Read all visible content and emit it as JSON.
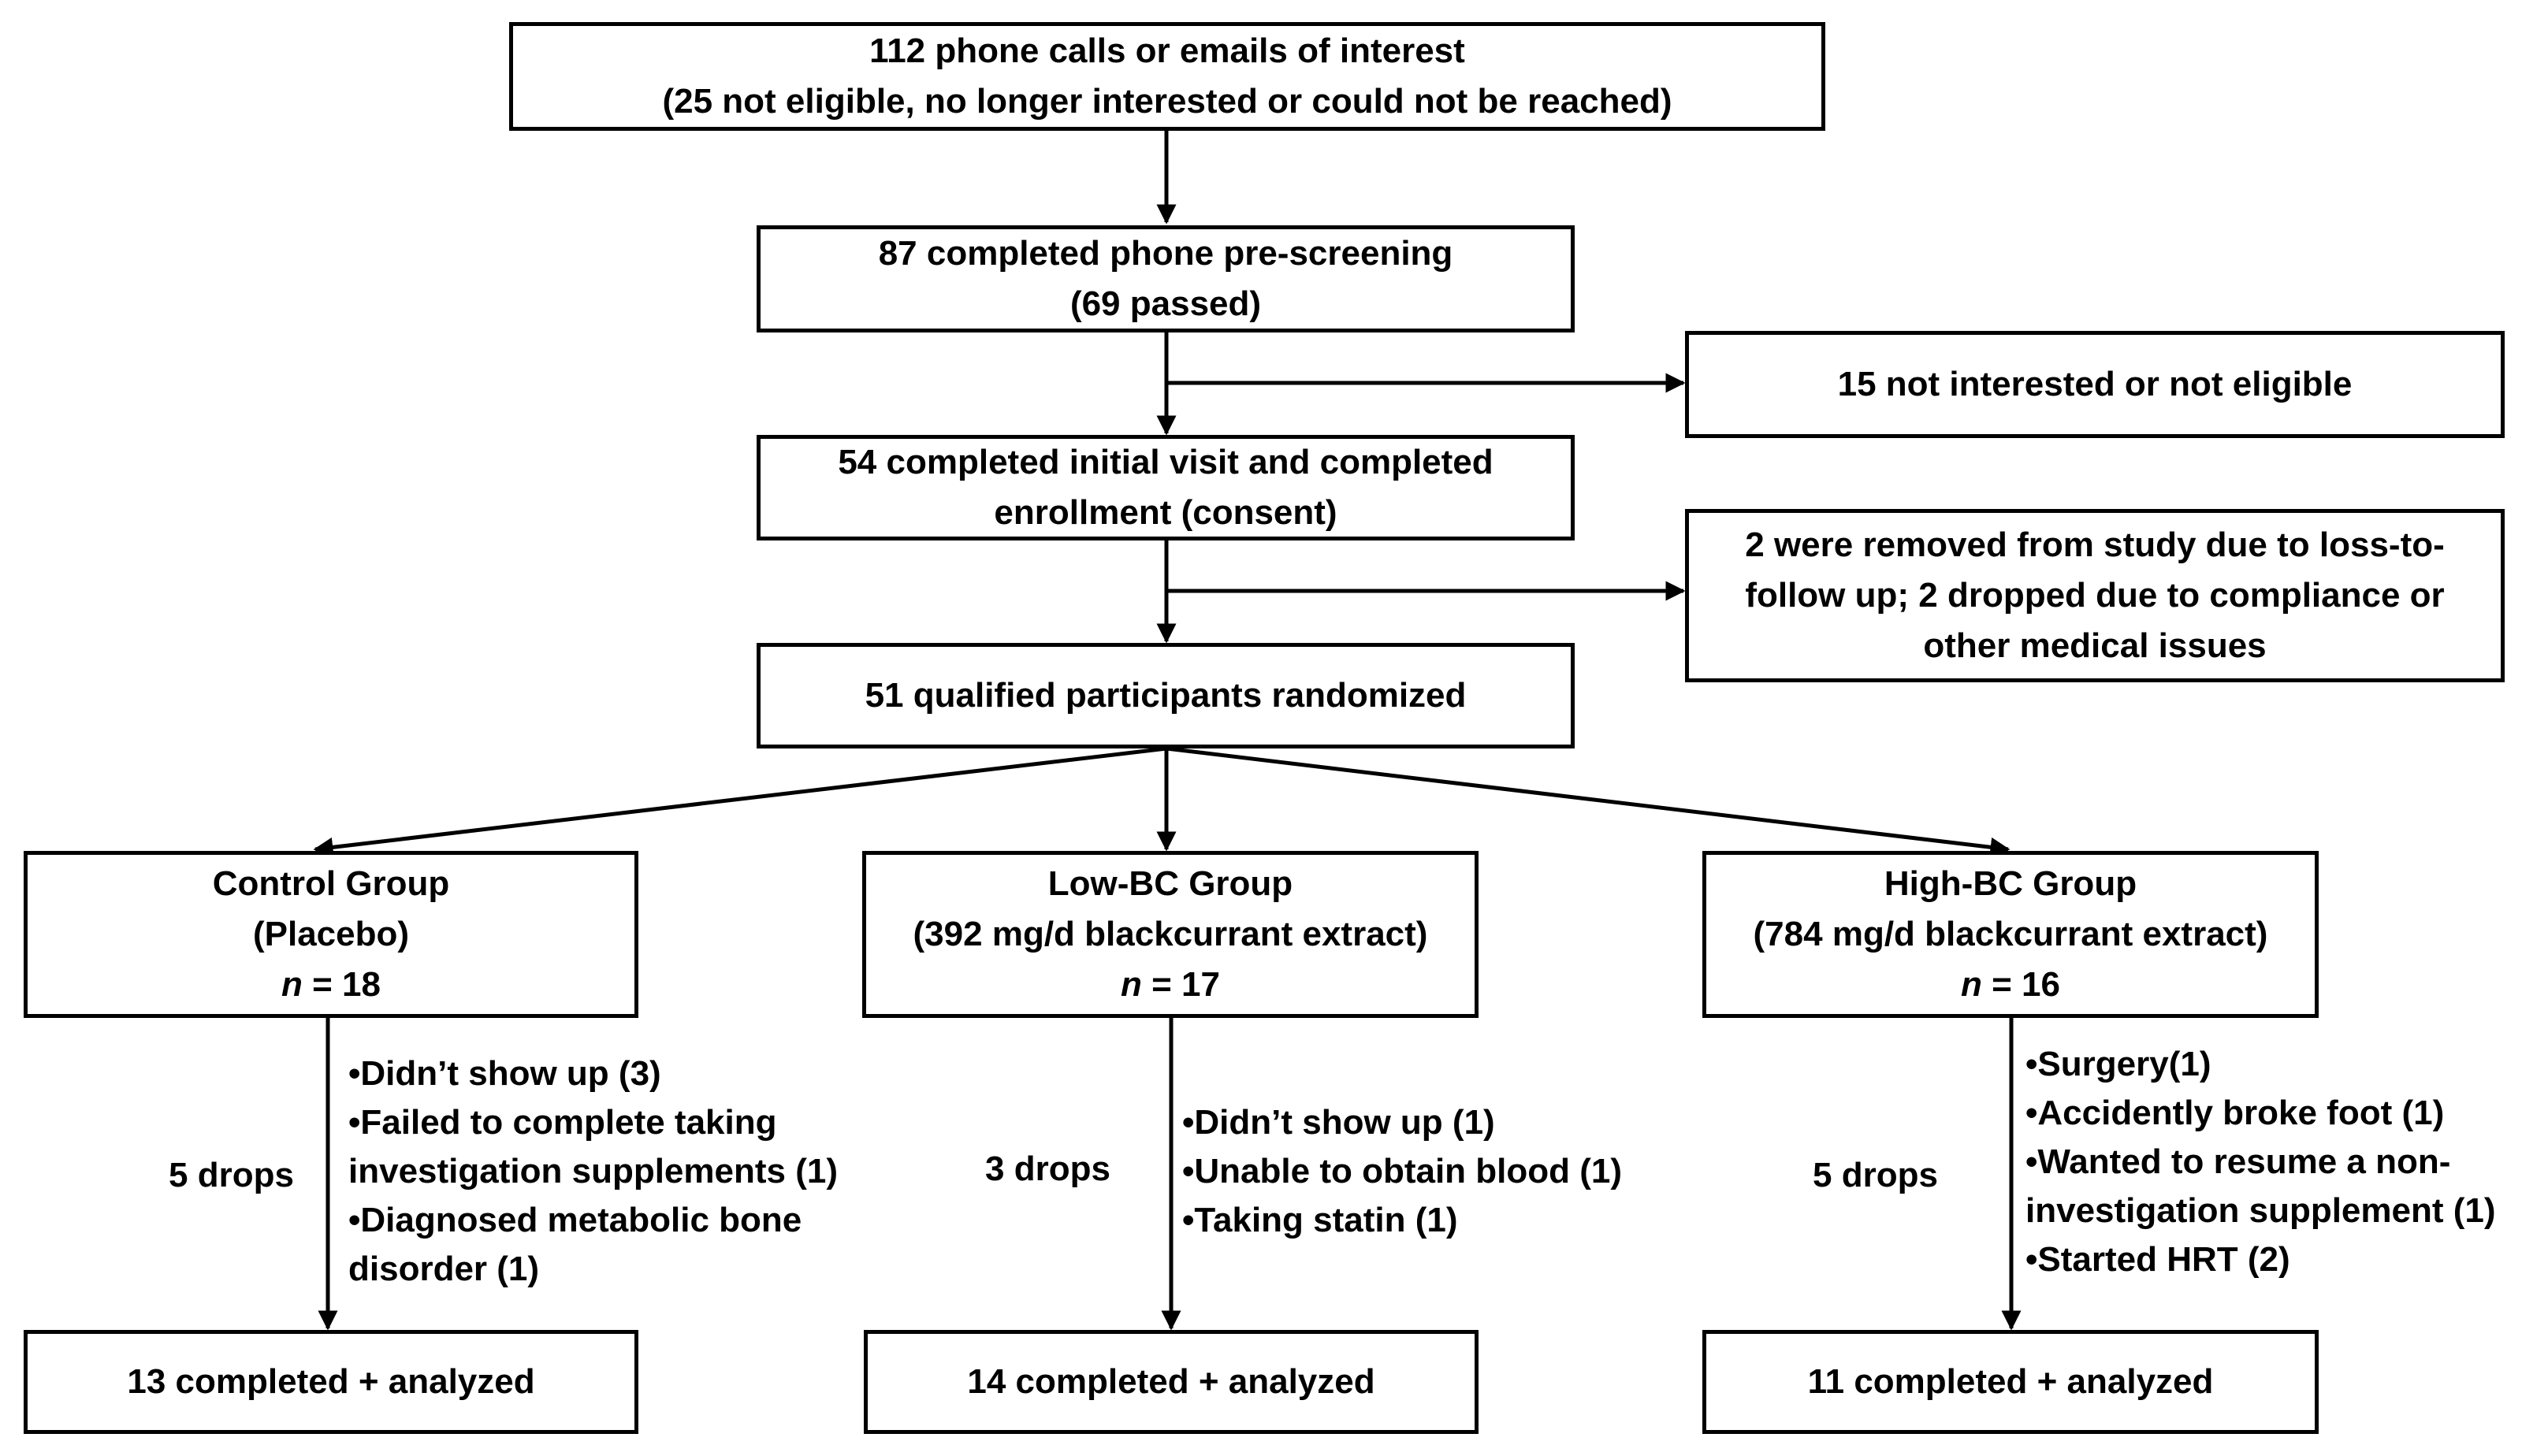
{
  "flow": {
    "interest": {
      "line1": "112 phone calls or emails of interest",
      "line2": "(25 not eligible, no longer interested or could not be reached)"
    },
    "prescreen": {
      "line1": "87 completed phone pre-screening",
      "line2": "(69 passed)"
    },
    "excluded_1": {
      "line1": "15 not interested or not eligible"
    },
    "enrollment": {
      "line1": "54 completed initial visit and completed",
      "line2": "enrollment (consent)"
    },
    "excluded_2": {
      "line1": "2 were removed from study due to loss-to-",
      "line2": "follow up; 2 dropped due to compliance or",
      "line3": "other medical issues"
    },
    "randomized": {
      "line1": "51 qualified participants randomized"
    }
  },
  "groups": [
    {
      "name": "Control Group",
      "detail": "(Placebo)",
      "n_label": "n",
      "n_value": " = 18",
      "drops": "5 drops",
      "reasons": [
        "•Didn’t show up (3)",
        "•Failed to complete taking",
        "investigation supplements (1)",
        "•Diagnosed metabolic bone",
        "disorder (1)"
      ],
      "completed": "13 completed + analyzed"
    },
    {
      "name": "Low-BC Group",
      "detail": "(392 mg/d blackcurrant extract)",
      "n_label": "n",
      "n_value": " = 17",
      "drops": "3 drops",
      "reasons": [
        "•Didn’t show up (1)",
        "•Unable to obtain blood (1)",
        "•Taking statin (1)"
      ],
      "completed": "14 completed + analyzed"
    },
    {
      "name": "High-BC Group",
      "detail": "(784 mg/d blackcurrant extract)",
      "n_label": "n",
      "n_value": " = 16",
      "drops": "5 drops",
      "reasons": [
        "•Surgery(1)",
        "•Accidently broke foot (1)",
        "•Wanted to resume a non-",
        "investigation supplement (1)",
        "•Started HRT (2)"
      ],
      "completed": "11 completed + analyzed"
    }
  ],
  "colors": {
    "line": "#000000",
    "background": "#ffffff"
  }
}
